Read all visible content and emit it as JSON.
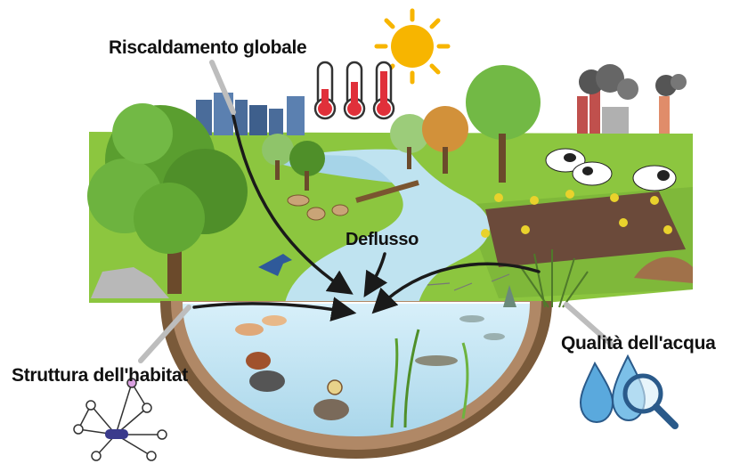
{
  "labels": {
    "global_warming": "Riscaldamento globale",
    "runoff": "Deflusso",
    "habitat_structure": "Struttura dell'habitat",
    "water_quality": "Qualità dell'acqua"
  },
  "colors": {
    "grass": "#8cc63f",
    "river": "#bfe3f0",
    "water_body": "#cfeaf5",
    "sediment": "#7a5a3a",
    "arrow": "#1a1a1a",
    "sun": "#f7b500",
    "thermometer_fill": "#e0303a",
    "water_drop": "#5aa9dd",
    "network_node": "#d9a0e0",
    "network_hub": "#3a3a8c"
  },
  "icons": [
    "sun-icon",
    "thermometer-icon",
    "water-drop-icon",
    "magnifier-icon",
    "network-graph-icon",
    "factory-icon",
    "cow-icon",
    "city-skyline-icon"
  ]
}
